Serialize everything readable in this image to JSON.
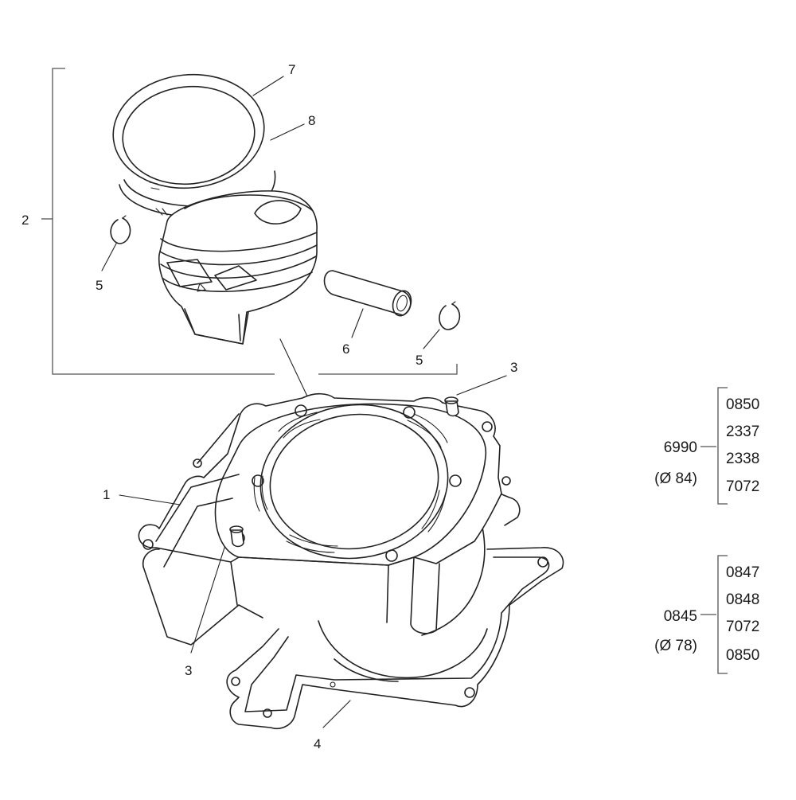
{
  "callouts": {
    "c1": "1",
    "c2": "2",
    "c3_top": "3",
    "c3_bottom": "3",
    "c4": "4",
    "c5_left": "5",
    "c5_right": "5",
    "c6": "6",
    "c7": "7",
    "c8": "8"
  },
  "variants": [
    {
      "code": "6990",
      "diameter": "(Ø 84)",
      "parts": [
        "0850",
        "2337",
        "2338",
        "7072"
      ]
    },
    {
      "code": "0845",
      "diameter": "(Ø 78)",
      "parts": [
        "0847",
        "0848",
        "7072",
        "0850"
      ]
    }
  ]
}
